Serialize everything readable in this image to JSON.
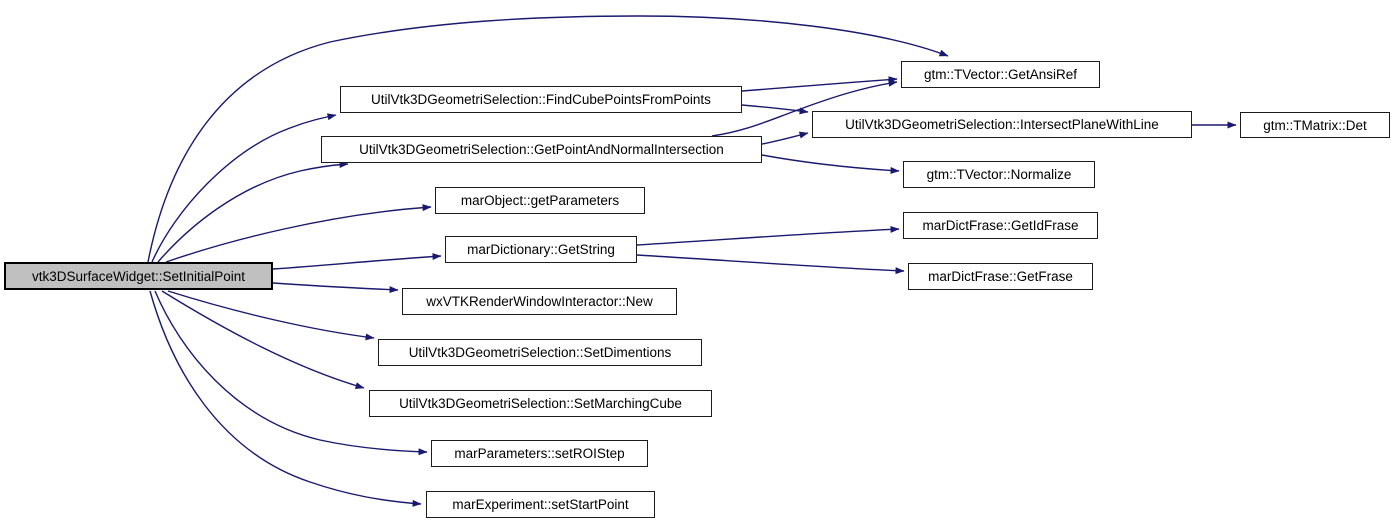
{
  "graph": {
    "type": "doxygen-call-graph",
    "colors": {
      "background": "#ffffff",
      "edge": "#191970",
      "node_border": "#1c1c1c",
      "node_fill": "#ffffff",
      "root_fill": "#c0c0c0"
    },
    "nodes": [
      {
        "id": "setinitialpoint",
        "label": "vtk3DSurfaceWidget::SetInitialPoint"
      },
      {
        "id": "findcubepoints",
        "label": "UtilVtk3DGeometriSelection::FindCubePointsFromPoints"
      },
      {
        "id": "getpointandnormal",
        "label": "UtilVtk3DGeometriSelection::GetPointAndNormalIntersection"
      },
      {
        "id": "getparameters",
        "label": "marObject::getParameters"
      },
      {
        "id": "getstring",
        "label": "marDictionary::GetString"
      },
      {
        "id": "wxvtknew",
        "label": "wxVTKRenderWindowInteractor::New"
      },
      {
        "id": "setdimentions",
        "label": "UtilVtk3DGeometriSelection::SetDimentions"
      },
      {
        "id": "setmarchingcube",
        "label": "UtilVtk3DGeometriSelection::SetMarchingCube"
      },
      {
        "id": "setroistep",
        "label": "marParameters::setROIStep"
      },
      {
        "id": "setstartpoint",
        "label": "marExperiment::setStartPoint"
      },
      {
        "id": "getansiref",
        "label": "gtm::TVector::GetAnsiRef"
      },
      {
        "id": "intersectplanewithline",
        "label": "UtilVtk3DGeometriSelection::IntersectPlaneWithLine"
      },
      {
        "id": "normalize",
        "label": "gtm::TVector::Normalize"
      },
      {
        "id": "getidfrase",
        "label": "marDictFrase::GetIdFrase"
      },
      {
        "id": "getfrase",
        "label": "marDictFrase::GetFrase"
      },
      {
        "id": "tmatrixdet",
        "label": "gtm::TMatrix::Det"
      }
    ],
    "edges": [
      {
        "from": "setinitialpoint",
        "to": "getansiref"
      },
      {
        "from": "setinitialpoint",
        "to": "findcubepoints"
      },
      {
        "from": "setinitialpoint",
        "to": "getpointandnormal"
      },
      {
        "from": "setinitialpoint",
        "to": "getparameters"
      },
      {
        "from": "setinitialpoint",
        "to": "getstring"
      },
      {
        "from": "setinitialpoint",
        "to": "wxvtknew"
      },
      {
        "from": "setinitialpoint",
        "to": "setdimentions"
      },
      {
        "from": "setinitialpoint",
        "to": "setmarchingcube"
      },
      {
        "from": "setinitialpoint",
        "to": "setroistep"
      },
      {
        "from": "setinitialpoint",
        "to": "setstartpoint"
      },
      {
        "from": "findcubepoints",
        "to": "getansiref"
      },
      {
        "from": "findcubepoints",
        "to": "intersectplanewithline"
      },
      {
        "from": "getpointandnormal",
        "to": "getansiref"
      },
      {
        "from": "getpointandnormal",
        "to": "intersectplanewithline"
      },
      {
        "from": "getpointandnormal",
        "to": "normalize"
      },
      {
        "from": "getstring",
        "to": "getidfrase"
      },
      {
        "from": "getstring",
        "to": "getfrase"
      },
      {
        "from": "intersectplanewithline",
        "to": "tmatrixdet"
      }
    ]
  }
}
